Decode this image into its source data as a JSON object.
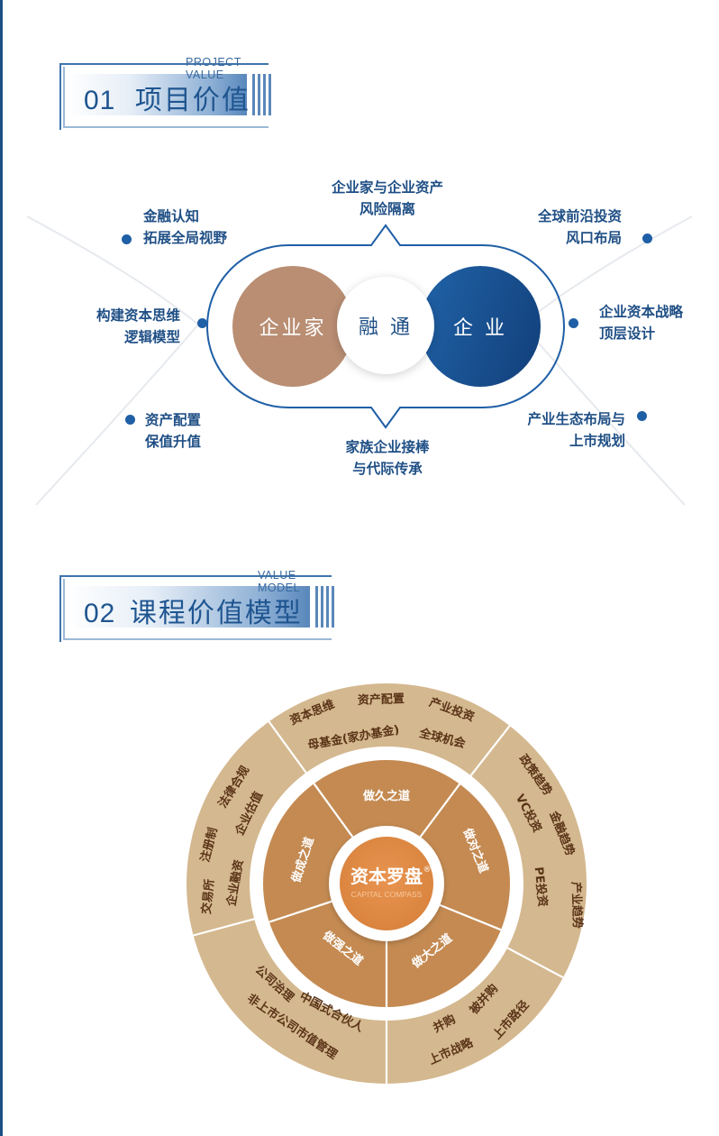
{
  "section1": {
    "header": {
      "en": "PROJECT VALUE",
      "number": "01",
      "title": "项目价值"
    },
    "center": {
      "left_circle": "企业家",
      "middle_circle": "融 通",
      "right_circle": "企 业"
    },
    "captions": {
      "top": [
        "企业家与企业资产",
        "风险隔离"
      ],
      "bottom": [
        "家族企业接棒",
        "与代际传承"
      ],
      "left_top": [
        "金融认知",
        "拓展全局视野"
      ],
      "left_mid": [
        "构建资本思维",
        "逻辑模型"
      ],
      "left_bottom": [
        "资产配置",
        "保值升值"
      ],
      "right_top": [
        "全球前沿投资",
        "风口布局"
      ],
      "right_mid": [
        "企业资本战略",
        "顶层设计"
      ],
      "right_bottom": [
        "产业生态布局与",
        "上市规划"
      ]
    }
  },
  "section2": {
    "header": {
      "en": "VALUE MODEL",
      "number": "02",
      "title": "课程价值模型"
    },
    "compass": {
      "center_title": "资本罗盘",
      "center_mark": "®",
      "center_subtitle": "CAPITAL COMPASS",
      "inner_ring": [
        "做久之道",
        "做对之道",
        "做大之道",
        "做强之道",
        "做成之道"
      ],
      "outer_ring": {
        "top": [
          "资本思维",
          "资产配置",
          "产业投资",
          "母基金(家办基金)",
          "全球机会"
        ],
        "right": [
          "政策趋势",
          "金融趋势",
          "产业趋势",
          "VC投资",
          "PE投资"
        ],
        "bottom_right": [
          "被并购",
          "上市路径",
          "并购",
          "上市战略"
        ],
        "bottom_left": [
          "公司治理",
          "中国式合伙人",
          "非上市公司市值管理"
        ],
        "left": [
          "法律合规",
          "注册制",
          "交易所",
          "企业估值",
          "企业融资"
        ]
      }
    }
  },
  "colors": {
    "navy": "#1f4f85",
    "blue_accent": "#1f5fa6",
    "brown_circle": "#b98e73",
    "outer_ring": "#d4b88f",
    "inner_ring": "#c48a52",
    "center_orange": "#df8a44"
  }
}
